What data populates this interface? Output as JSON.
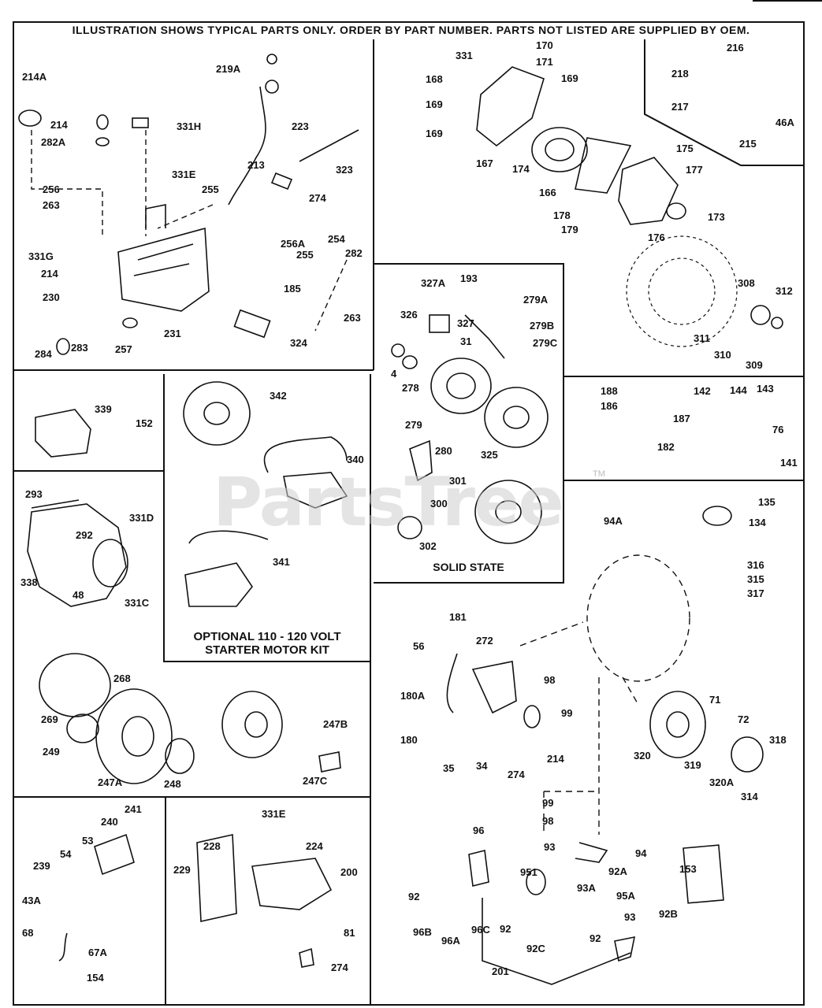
{
  "header": "ILLUSTRATION SHOWS TYPICAL PARTS ONLY. ORDER BY PART NUMBER. PARTS NOT LISTED ARE SUPPLIED BY OEM.",
  "watermark": "PartsTree",
  "watermark_tm": "TM",
  "panels": {
    "starter_kit_title_line1": "OPTIONAL 110 - 120 VOLT",
    "starter_kit_title_line2": "STARTER MOTOR KIT",
    "solid_state_title": "SOLID STATE"
  },
  "labels": {
    "carb_block": [
      "214A",
      "214",
      "282A",
      "331H",
      "219A",
      "223",
      "323",
      "331E",
      "213",
      "274",
      "256",
      "263",
      "255",
      "331G",
      "256A",
      "254",
      "255",
      "282",
      "214",
      "230",
      "185",
      "231",
      "263",
      "324",
      "284",
      "283",
      "257"
    ],
    "recoil_block": [
      "331",
      "170",
      "171",
      "168",
      "169",
      "169",
      "169",
      "167",
      "174",
      "166",
      "175",
      "177",
      "178",
      "179",
      "176",
      "173",
      "308",
      "312",
      "311",
      "310",
      "309"
    ],
    "top_right_block": [
      "218",
      "216",
      "217",
      "46A",
      "215"
    ],
    "solid_state_block": [
      "327A",
      "193",
      "279A",
      "326",
      "327",
      "279B",
      "31",
      "279C",
      "4",
      "278",
      "279",
      "280",
      "325",
      "301",
      "300",
      "302"
    ],
    "left_small_block": [
      "339",
      "152"
    ],
    "starter_kit_block": [
      "342",
      "340",
      "341"
    ],
    "right_small_block": [
      "188",
      "142",
      "144",
      "143",
      "186",
      "187",
      "76",
      "182",
      "141"
    ],
    "shroud_block": [
      "293",
      "292",
      "331D",
      "338",
      "48",
      "331C",
      "268",
      "269",
      "249",
      "247A",
      "248",
      "247B",
      "247C"
    ],
    "governor_block": [
      "135",
      "134",
      "94A",
      "316",
      "315",
      "317",
      "181",
      "56",
      "272",
      "98",
      "180A",
      "99",
      "180",
      "35",
      "34",
      "274",
      "214",
      "71",
      "72",
      "320",
      "318",
      "319",
      "320A",
      "314"
    ],
    "bottom_left_block": [
      "241",
      "240",
      "53",
      "54",
      "239",
      "43A",
      "68",
      "67A",
      "154"
    ],
    "bottom_mid_block": [
      "331E",
      "224",
      "228",
      "229",
      "200",
      "81",
      "274"
    ],
    "linkage_block": [
      "99",
      "98",
      "96",
      "93",
      "94",
      "92A",
      "95A",
      "93A",
      "951",
      "92",
      "96B",
      "96A",
      "96C",
      "93",
      "92",
      "92",
      "92C",
      "92B",
      "201",
      "153"
    ]
  }
}
